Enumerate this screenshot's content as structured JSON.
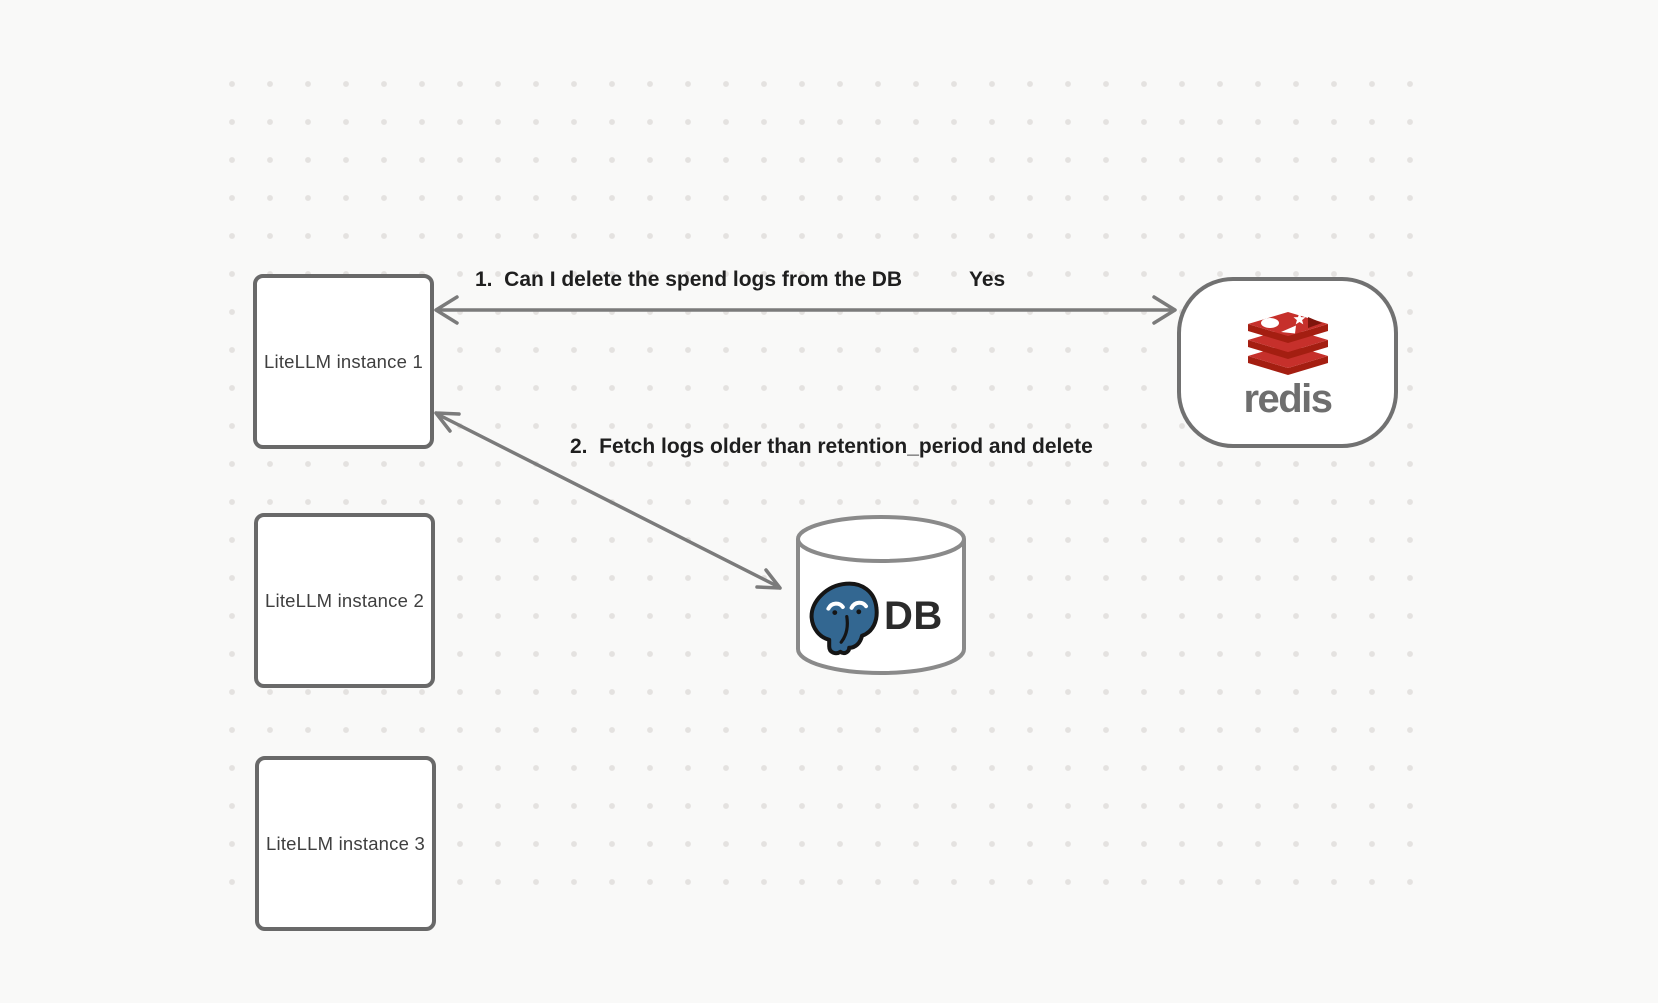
{
  "diagram": {
    "background": {
      "color": "#F9F9F8",
      "dot_color": "#E4E2E0"
    },
    "stroke_color": "#7B7B7B",
    "label_color": "#1F1F1F",
    "nodes": {
      "instance1": {
        "label": "LiteLLM instance 1"
      },
      "instance2": {
        "label": "LiteLLM instance 2"
      },
      "instance3": {
        "label": "LiteLLM instance 3"
      },
      "redis": {
        "wordmark": "redis",
        "logo_icon": "redis-stack-logo",
        "logo_bright_red": "#C6302B",
        "logo_dark_red": "#A41E11"
      },
      "database": {
        "label": "DB",
        "logo_icon": "postgresql-elephant-logo",
        "logo_blue": "#336791",
        "shape": "cylinder"
      }
    },
    "edges": {
      "edge1": {
        "label": "1.  Can I delete the spend logs from the DB",
        "reply": "Yes",
        "arrowheads": "both"
      },
      "edge2": {
        "label": "2.  Fetch logs older than retention_period and delete",
        "arrowheads": "both"
      }
    }
  }
}
